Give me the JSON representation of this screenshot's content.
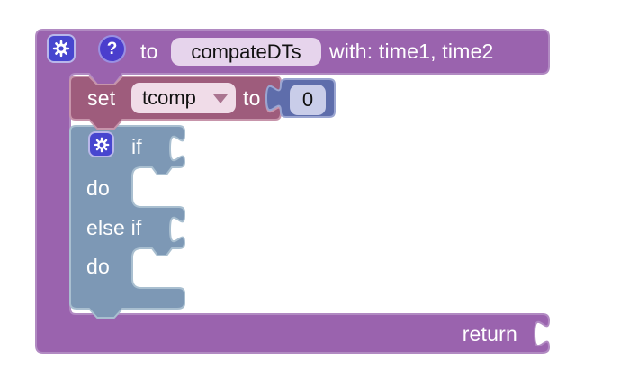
{
  "workspace": {
    "background": "#ffffff"
  },
  "procedure_block": {
    "type": "procedure-definition",
    "to_label": "to",
    "name_field": "compateDTs",
    "params_label": "with: time1, time2",
    "return_label": "return"
  },
  "set_block": {
    "set_label": "set",
    "variable_field": "tcomp",
    "to_label": "to"
  },
  "number_block": {
    "value": "0"
  },
  "if_block": {
    "if_label": "if",
    "do_label": "do",
    "else_if_label": "else if",
    "do2_label": "do"
  },
  "icons": {
    "gear": "gear-icon",
    "help": "help-icon",
    "help_glyph": "?",
    "dropdown_arrow": "chevron-down-icon"
  },
  "colors": {
    "procedure_fill": "#9a63ae",
    "set_fill": "#9e5c7c",
    "if_fill": "#7d98b5",
    "number_fill": "#5e6dab",
    "field_name_bg": "#e6d4ec",
    "field_dropdown_bg": "#f0dce8",
    "field_number_bg": "#c9cde9",
    "icon_gear_bg": "#4746cf",
    "icon_help_bg": "#4a3ecd",
    "text_light": "#ffffff",
    "text_dark": "#111111"
  }
}
